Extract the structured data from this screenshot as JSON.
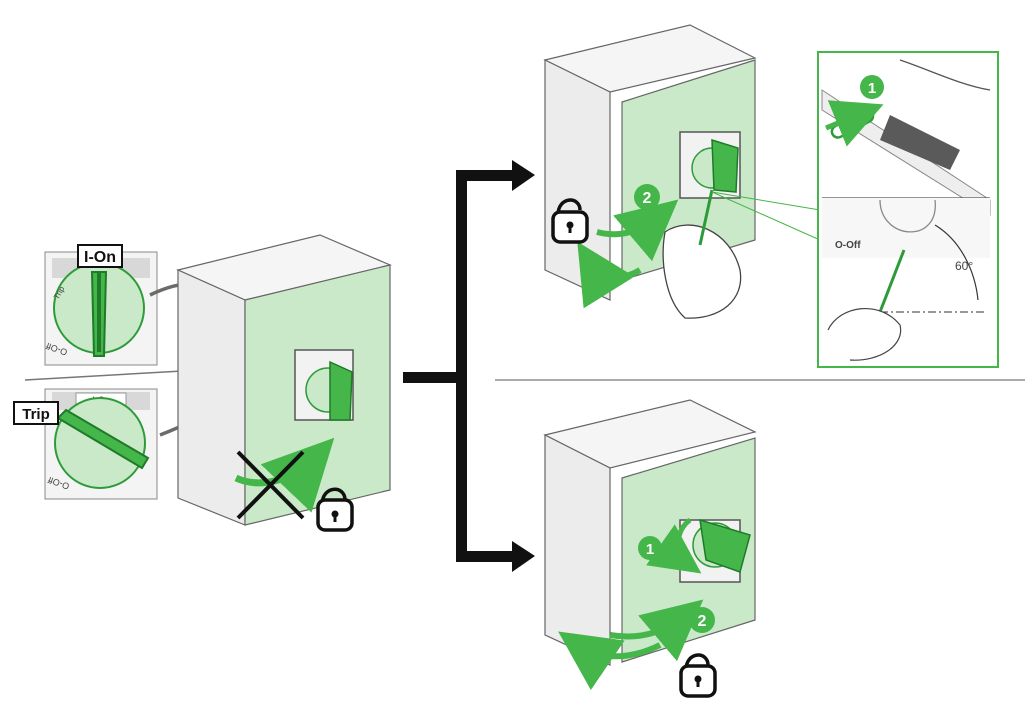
{
  "labels": {
    "ion": "I-On",
    "trip": "Trip",
    "on_small": "I-On",
    "trip_small": "Trip",
    "off_small": "O-Off",
    "angle": "60°",
    "step1": "1",
    "step2": "2"
  },
  "colors": {
    "green_fill": "#c9e9c9",
    "green_dark": "#2e9b3a",
    "green_mid": "#45b649",
    "green_light": "#8fd68a",
    "black": "#111111",
    "gray": "#6b6b6b"
  },
  "icons": {
    "unlocked": "unlocked-padlock-icon",
    "forbidden": "cross-icon",
    "flow_arrow": "flow-arrow-icon"
  }
}
